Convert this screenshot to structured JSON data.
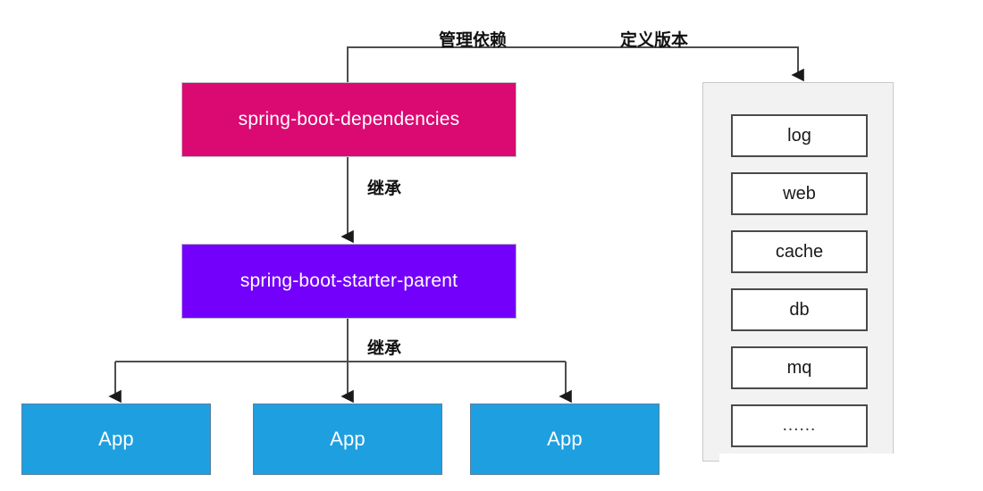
{
  "diagram": {
    "title": "Spring Boot dependency management diagram",
    "nodes": {
      "dependencies": {
        "label": "spring-boot-dependencies",
        "color": "#DB0A72"
      },
      "starter_parent": {
        "label": "spring-boot-starter-parent",
        "color": "#7300FA"
      },
      "apps": [
        {
          "label": "App",
          "color": "#1E9FE0"
        },
        {
          "label": "App",
          "color": "#1E9FE0"
        },
        {
          "label": "App",
          "color": "#1E9FE0"
        }
      ]
    },
    "edge_labels": {
      "manage_dependencies": "管理依赖",
      "define_version": "定义版本",
      "inherit_top": "继承",
      "inherit_bottom": "继承"
    },
    "panel": {
      "background": "#f2f2f2",
      "items": [
        {
          "label": "log"
        },
        {
          "label": "web"
        },
        {
          "label": "cache"
        },
        {
          "label": "db"
        },
        {
          "label": "mq"
        },
        {
          "label": "......"
        }
      ]
    }
  }
}
